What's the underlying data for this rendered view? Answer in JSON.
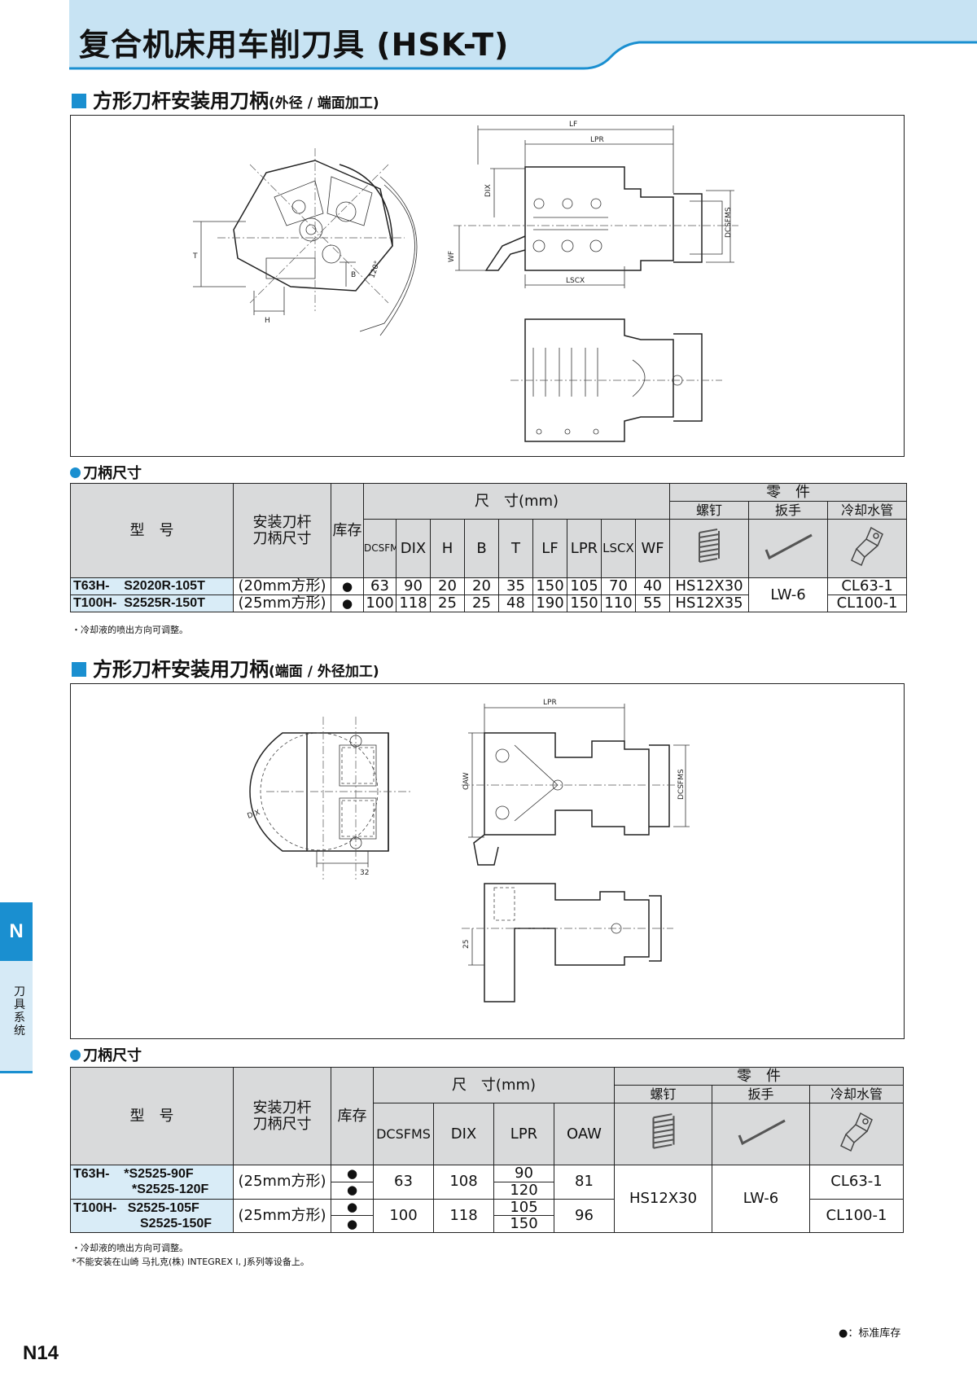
{
  "header": {
    "title": "复合机床用车削刀具 (HSK-T)",
    "band_color": "#c7e3f3"
  },
  "section1": {
    "title": "方形刀杆安装用刀柄",
    "subtitle": "(外径 / 端面加工)",
    "dim_labels": {
      "lf": "LF",
      "lpr": "LPR",
      "dix": "DIX",
      "dcsfms": "DCSFMS",
      "wf": "WF",
      "lscx": "LSCX",
      "t": "T",
      "b": "B",
      "h": "H",
      "angle": "120°"
    },
    "table_title": "刀柄尺寸",
    "table": {
      "model_header": "型　号",
      "size_header": "安装刀杆\n刀柄尺寸",
      "stock_header": "库存",
      "dims_header": "尺　寸(mm)",
      "parts_header": "零　件",
      "dim_columns": [
        "DCSFMS",
        "DIX",
        "H",
        "B",
        "T",
        "LF",
        "LPR",
        "LSCX",
        "WF"
      ],
      "part_columns": [
        "螺钉",
        "扳手",
        "冷却水管"
      ],
      "rows": [
        {
          "prefix": "T63H-",
          "model": "S2020R-105T",
          "size": "(20mm方形)",
          "stock": "●",
          "values": [
            "63",
            "90",
            "20",
            "20",
            "35",
            "150",
            "105",
            "70",
            "40"
          ],
          "screw": "HS12X30",
          "coolant": "CL63-1"
        },
        {
          "prefix": "T100H-",
          "model": "S2525R-150T",
          "size": "(25mm方形)",
          "stock": "●",
          "values": [
            "100",
            "118",
            "25",
            "25",
            "48",
            "190",
            "150",
            "110",
            "55"
          ],
          "screw": "HS12X35",
          "coolant": "CL100-1"
        }
      ],
      "wrench": "LW-6"
    },
    "notes": [
      "・冷却液的喷出方向可调整。"
    ]
  },
  "section2": {
    "title": "方形刀杆安装用刀柄",
    "subtitle": "(端面 / 外径加工)",
    "dim_labels": {
      "lpr": "LPR",
      "oaw": "OAW",
      "dcsfms": "DCSFMS",
      "dix": "DIX",
      "d32": "32",
      "d25": "25"
    },
    "table_title": "刀柄尺寸",
    "table": {
      "model_header": "型　号",
      "size_header": "安装刀杆\n刀柄尺寸",
      "stock_header": "库存",
      "dims_header": "尺　寸(mm)",
      "parts_header": "零　件",
      "dim_columns": [
        "DCSFMS",
        "DIX",
        "LPR",
        "OAW"
      ],
      "part_columns": [
        "螺钉",
        "扳手",
        "冷却水管"
      ],
      "groups": [
        {
          "prefix": "T63H-",
          "models": [
            "*S2525-90F",
            "*S2525-120F"
          ],
          "size": "(25mm方形)",
          "stock": [
            "●",
            "●"
          ],
          "dcsfms": "63",
          "dix": "108",
          "lpr": [
            "90",
            "120"
          ],
          "oaw": "81",
          "coolant": "CL63-1"
        },
        {
          "prefix": "T100H-",
          "models": [
            "S2525-105F",
            "S2525-150F"
          ],
          "size": "(25mm方形)",
          "stock": [
            "●",
            "●"
          ],
          "dcsfms": "100",
          "dix": "118",
          "lpr": [
            "105",
            "150"
          ],
          "oaw": "96",
          "coolant": "CL100-1"
        }
      ],
      "screw": "HS12X30",
      "wrench": "LW-6"
    },
    "notes": [
      "・冷却液的喷出方向可调整。",
      "*不能安装在山崎 马扎克(株) INTEGREX I, J系列等设备上。"
    ]
  },
  "side_tab": {
    "letter": "N",
    "label": "刀具系统",
    "color": "#1a8fd0"
  },
  "footer": {
    "page": "N14",
    "legend": "●：标准库存"
  }
}
